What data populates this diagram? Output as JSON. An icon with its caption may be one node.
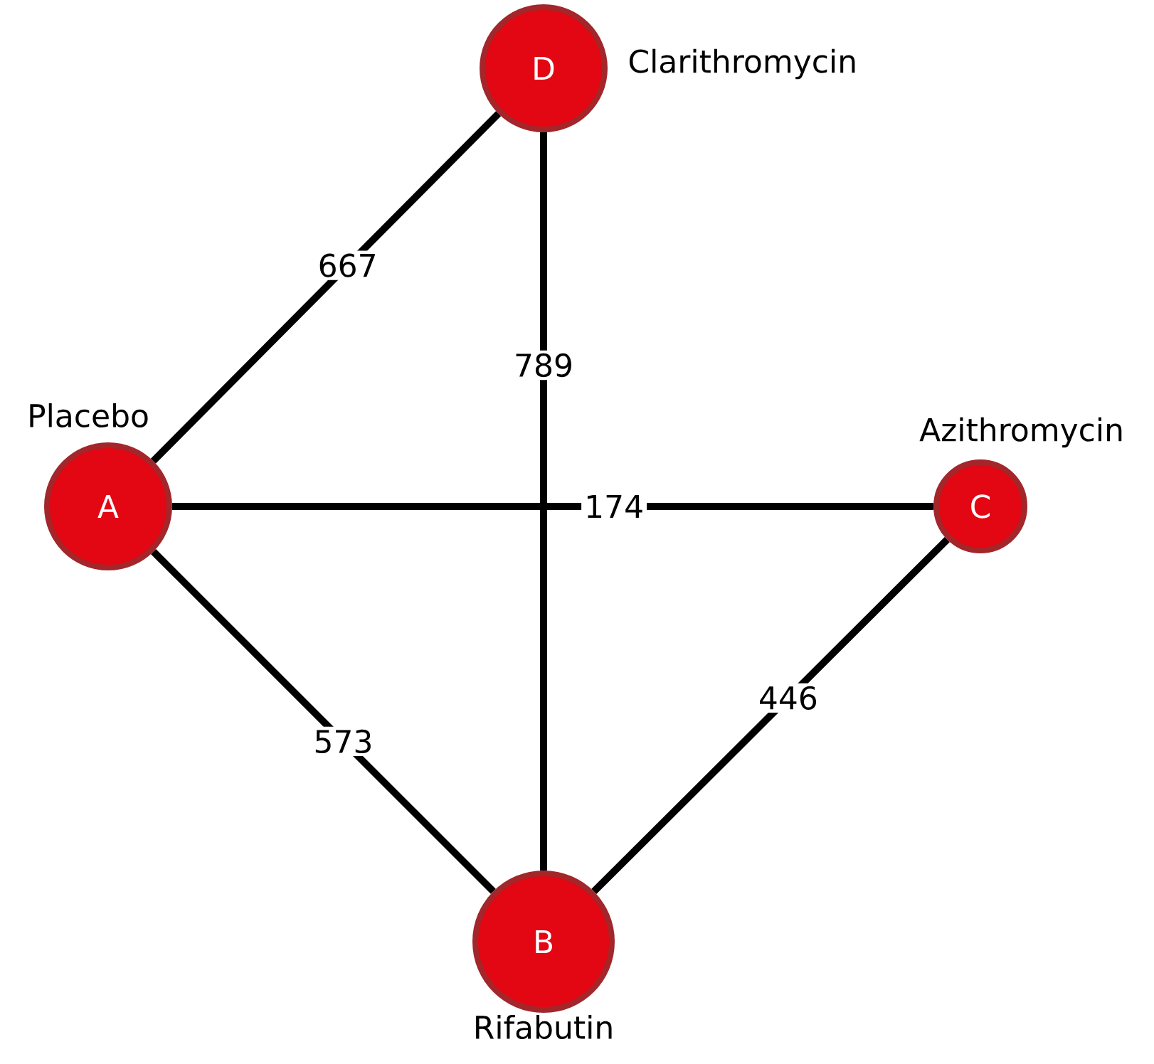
{
  "diagram": {
    "nodes": [
      {
        "text": [
          "A"
        ],
        "beside": [
          "Placebo"
        ]
      },
      {
        "text": [
          "B"
        ],
        "beside": [
          "Rifabutin"
        ]
      },
      {
        "text": [
          "C"
        ],
        "beside": [
          "Azithromycin"
        ]
      },
      {
        "text": [
          "D"
        ],
        "beside": [
          "Clarithromycin"
        ]
      }
    ],
    "edges": [
      {
        "from": 0,
        "to": 3,
        "arrow": "none",
        "label": "667"
      },
      {
        "from": 3,
        "to": 1,
        "arrow": "none",
        "label": "789"
      },
      {
        "from": 0,
        "to": 2,
        "arrow": "none",
        "label": "174"
      },
      {
        "from": 0,
        "to": 1,
        "arrow": "none",
        "label": "573"
      },
      {
        "from": 2,
        "to": 1,
        "arrow": "none",
        "label": "446"
      }
    ]
  }
}
